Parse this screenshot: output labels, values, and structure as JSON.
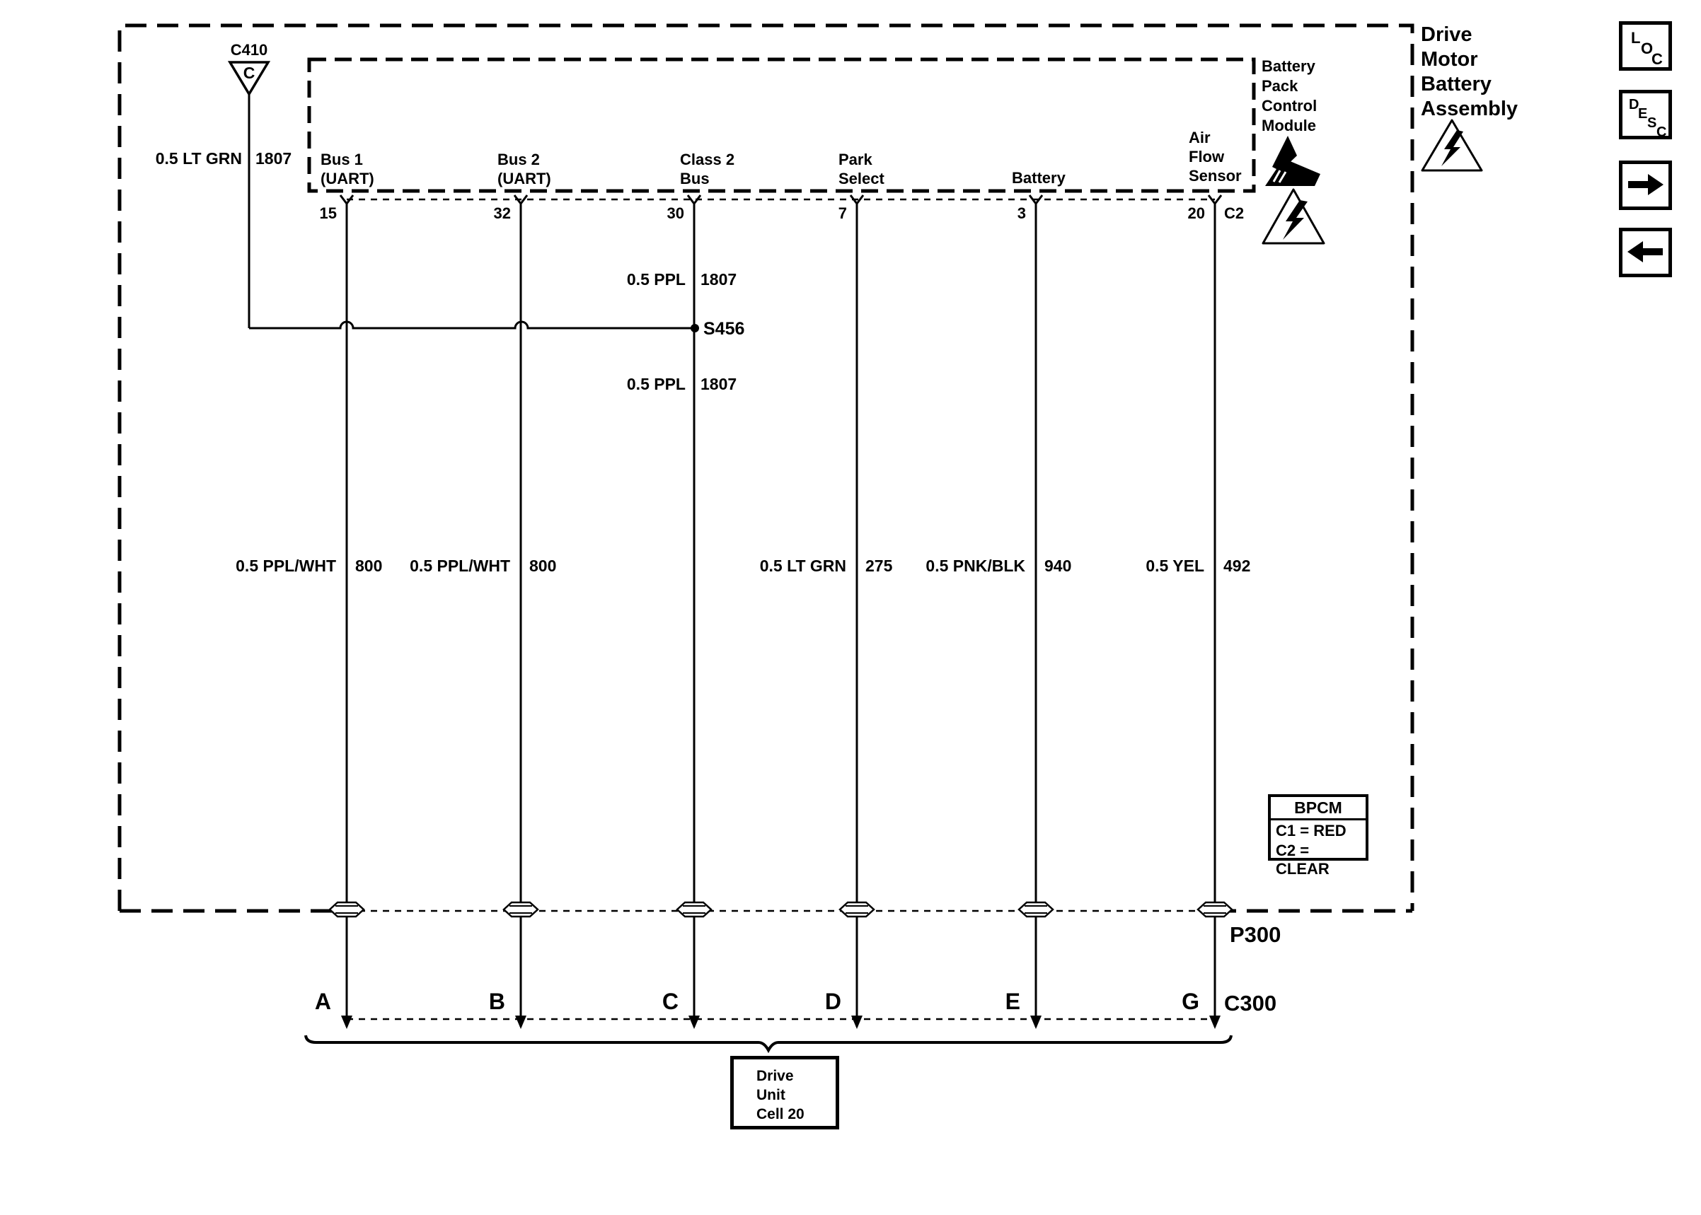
{
  "viewer": {
    "nav": {
      "loc_letters": [
        "L",
        "O",
        "C"
      ],
      "desc_letters": [
        "D",
        "E",
        "S",
        "C"
      ],
      "next_icon": "right-arrow",
      "prev_icon": "left-arrow"
    }
  },
  "diagram": {
    "assembly_label_lines": [
      "Drive",
      "Motor",
      "Battery",
      "Assembly"
    ],
    "module_label_lines": [
      "Battery",
      "Pack",
      "Control",
      "Module"
    ],
    "icons": {
      "module_warnings": [
        "esd-triangle",
        "high-voltage-lightning-triangle"
      ],
      "assembly_warning": "high-voltage-lightning-triangle"
    },
    "c410": {
      "name": "C410",
      "cavity": "C",
      "wire_color": "0.5 LT GRN",
      "circuit": "1807"
    },
    "class2_wire": {
      "color": "0.5 PPL",
      "circuit": "1807"
    },
    "splice": "S456",
    "pins": [
      {
        "label_lines": [
          "Bus 1",
          "(UART)"
        ],
        "pin": "15",
        "wire_color": "0.5 PPL/WHT",
        "circuit": "800",
        "terminal": "A"
      },
      {
        "label_lines": [
          "Bus 2",
          "(UART)"
        ],
        "pin": "32",
        "wire_color": "0.5 PPL/WHT",
        "circuit": "800",
        "terminal": "B"
      },
      {
        "label_lines": [
          "Class 2",
          "Bus"
        ],
        "pin": "30",
        "wire_color": "",
        "circuit": "",
        "terminal": "C"
      },
      {
        "label_lines": [
          "Park",
          "Select"
        ],
        "pin": "7",
        "wire_color": "0.5 LT GRN",
        "circuit": "275",
        "terminal": "D"
      },
      {
        "label_lines": [
          "Battery"
        ],
        "pin": "3",
        "wire_color": "0.5 PNK/BLK",
        "circuit": "940",
        "terminal": "E"
      },
      {
        "label_lines": [
          "Air",
          "Flow",
          "Sensor"
        ],
        "pin": "20",
        "wire_color": "0.5 YEL",
        "circuit": "492",
        "terminal": "G"
      }
    ],
    "c2_suffix": "C2",
    "legend": {
      "title": "BPCM",
      "rows": [
        "C1 = RED",
        "C2 = CLEAR"
      ]
    },
    "p300": "P300",
    "c300": "C300",
    "drive_unit_lines": [
      "Drive",
      "Unit",
      "Cell 20"
    ]
  }
}
